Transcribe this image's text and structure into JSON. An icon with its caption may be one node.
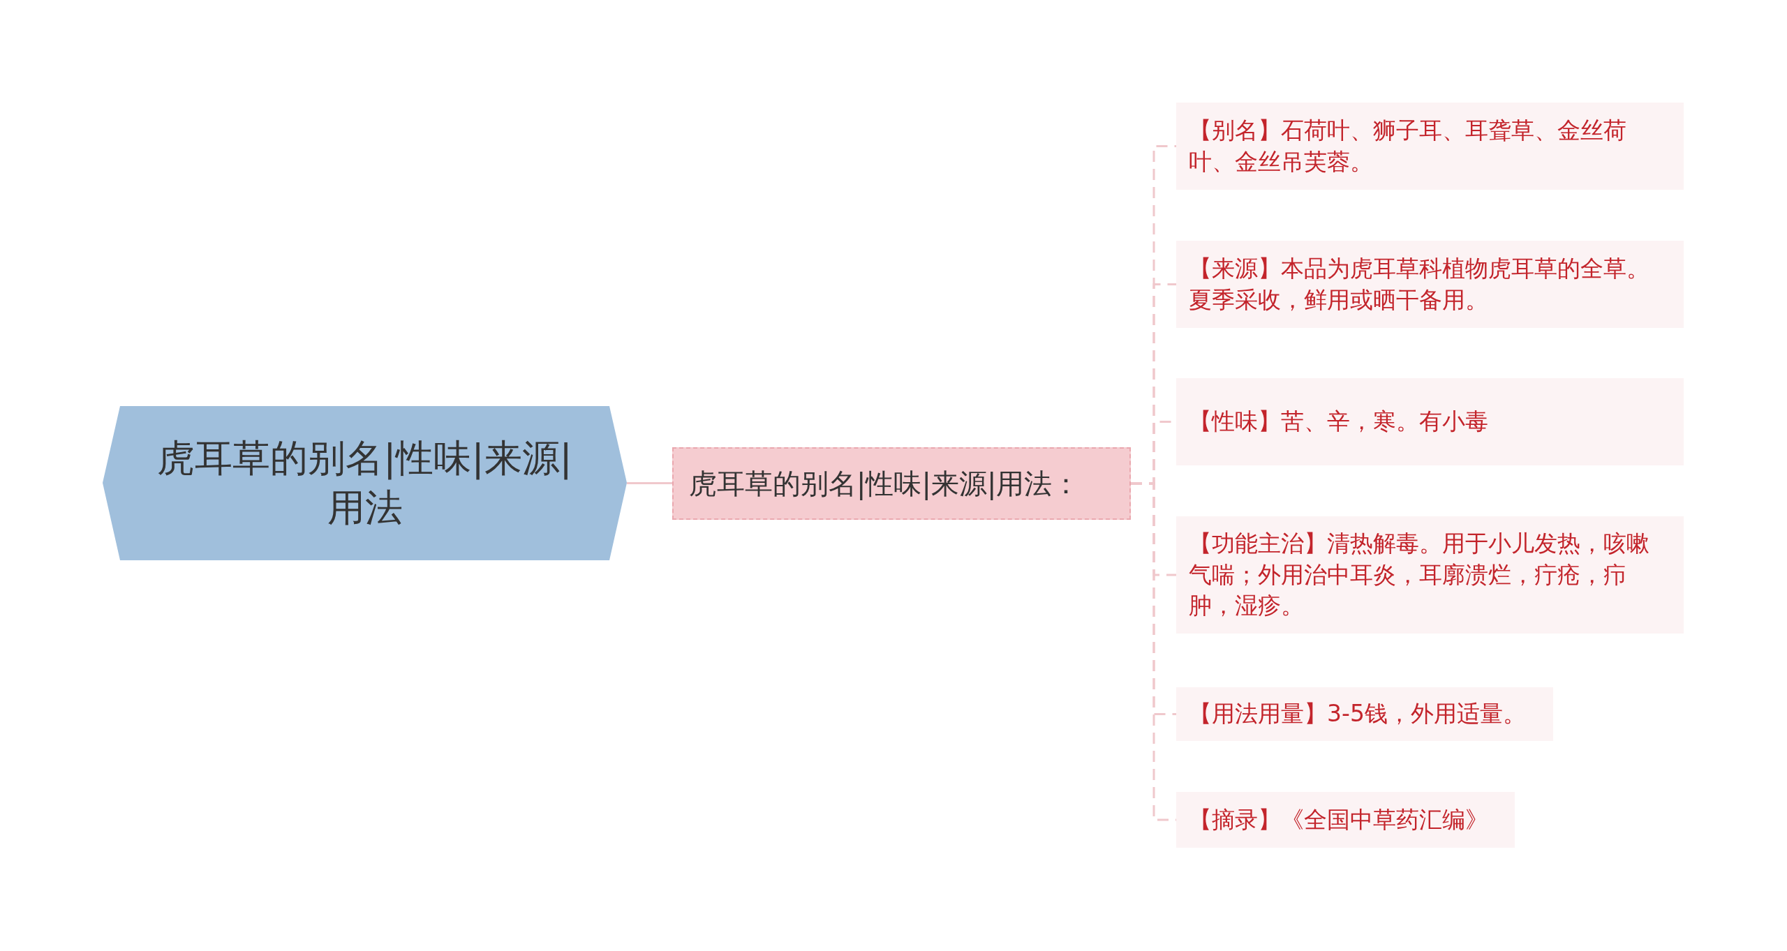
{
  "diagram": {
    "nodes": [
      {
        "text": [
          "虎耳草的别名|性味|来源|用法"
        ]
      },
      {
        "text": [
          "虎耳草的别名|性味|来源|用法："
        ]
      },
      {
        "text": [
          "【别名】石荷叶、狮子耳、耳聋草、金丝荷叶、金丝吊芙蓉。"
        ]
      },
      {
        "text": [
          "【来源】本品为虎耳草科植物虎耳草的全草。夏季采收，鲜用或晒干备用。"
        ]
      },
      {
        "text": [
          "【性味】苦、辛，寒。有小毒"
        ]
      },
      {
        "text": [
          "【功能主治】清热解毒。用于小儿发热，咳嗽气喘；外用治中耳炎，耳廓溃烂，疔疮，疖肿，湿疹。"
        ]
      },
      {
        "text": [
          "【用法用量】3-5钱，外用适量。"
        ]
      },
      {
        "text": [
          "【摘录】《全国中草药汇编》"
        ]
      }
    ],
    "edges": [
      {
        "from": 0,
        "to": 1,
        "arrow": "none"
      },
      {
        "from": 1,
        "to": 2,
        "arrow": "none",
        "style": "dashed"
      },
      {
        "from": 1,
        "to": 3,
        "arrow": "none",
        "style": "dashed"
      },
      {
        "from": 1,
        "to": 4,
        "arrow": "none",
        "style": "dashed"
      },
      {
        "from": 1,
        "to": 5,
        "arrow": "none",
        "style": "dashed"
      },
      {
        "from": 1,
        "to": 6,
        "arrow": "none",
        "style": "dashed"
      },
      {
        "from": 1,
        "to": 7,
        "arrow": "none",
        "style": "dashed"
      }
    ]
  }
}
